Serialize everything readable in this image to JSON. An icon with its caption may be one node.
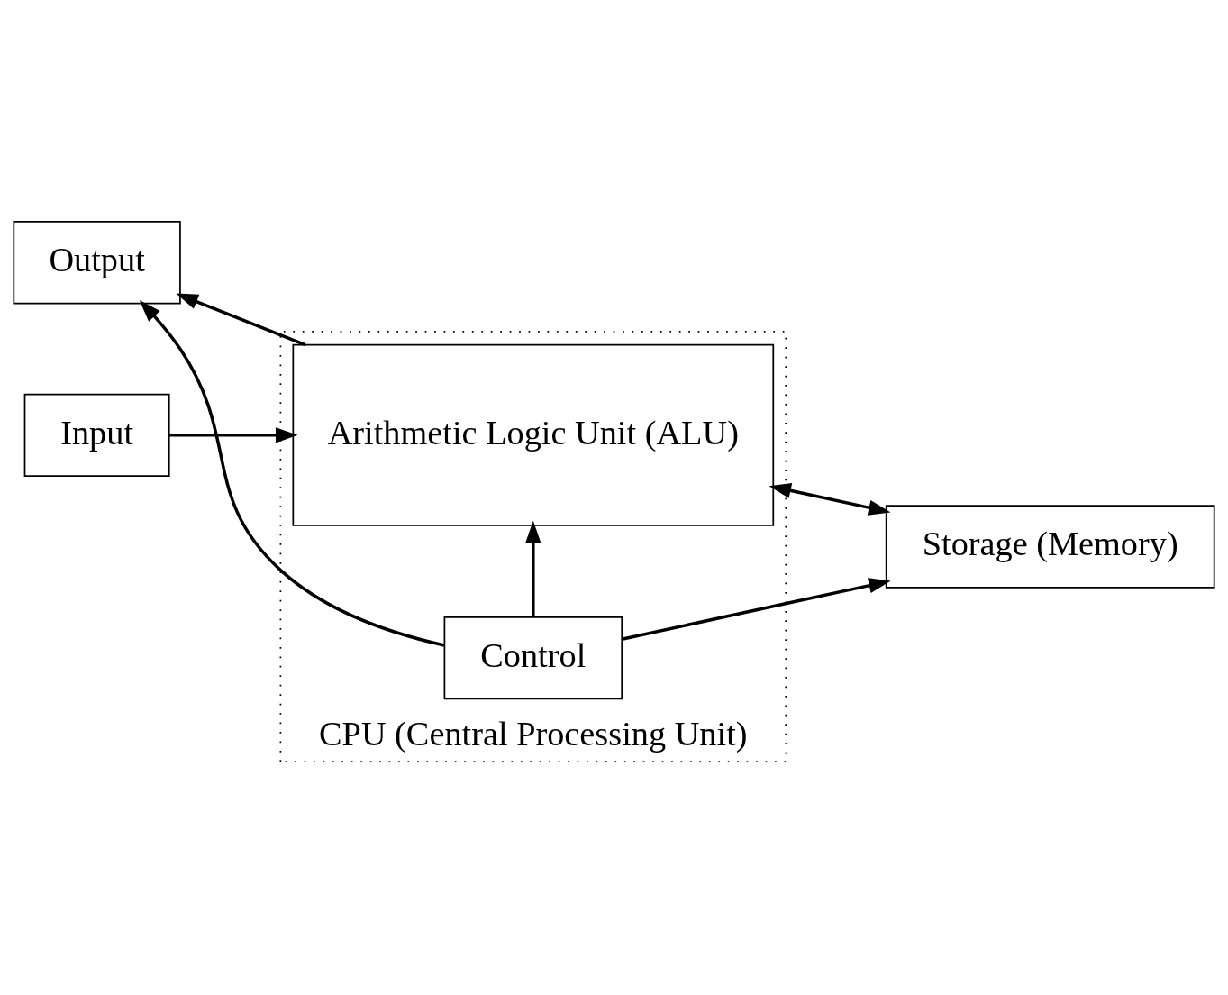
{
  "diagram": {
    "nodes": [
      {
        "text": [
          "CPU (Central Processing Unit)"
        ]
      },
      {
        "text": [
          "Input"
        ]
      },
      {
        "text": [
          "Arithmetic Logic Unit (ALU)"
        ],
        "in": 0
      },
      {
        "text": [
          "Storage (Memory)"
        ]
      },
      {
        "text": [
          "Output"
        ]
      },
      {
        "text": [
          "Control"
        ],
        "in": 0
      }
    ],
    "edges": [
      {
        "from": 1,
        "to": 2,
        "arrow": "to"
      },
      {
        "from": 2,
        "to": 3,
        "arrow": "both"
      },
      {
        "from": 2,
        "to": 4,
        "arrow": "to"
      },
      {
        "from": 5,
        "to": 2,
        "arrow": "to"
      },
      {
        "from": 5,
        "to": 4,
        "arrow": "to"
      },
      {
        "from": 5,
        "to": 3,
        "arrow": "to"
      }
    ]
  }
}
